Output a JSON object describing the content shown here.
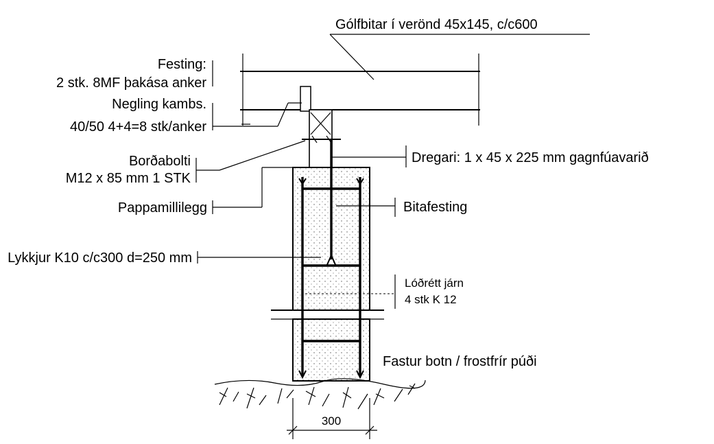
{
  "labels": {
    "joist": "Gólfbitar í verönd 45x145, c/c600",
    "fastening_title": "Festing:",
    "fastening_anchors": "2 stk. 8MF þakása anker",
    "nailing_title": "Negling kambs.",
    "nailing_spec": "40/50 4+4=8 stk/anker",
    "bolt_title": "Borðabolti",
    "bolt_spec": "M12 x 85 mm  1 STK",
    "cardboard": "Pappamillilegg",
    "stirrups": "Lykkjur K10 c/c300 d=250 mm",
    "beam": "Dregari: 1 x 45 x 225 mm gagnfúavarið",
    "beam_fixing": "Bitafesting",
    "vertical_bars_title": "Lóðrétt járn",
    "vertical_bars_spec": "4 stk K 12",
    "base": "Fastur botn / frostfrír púði",
    "width_dim": "300"
  }
}
